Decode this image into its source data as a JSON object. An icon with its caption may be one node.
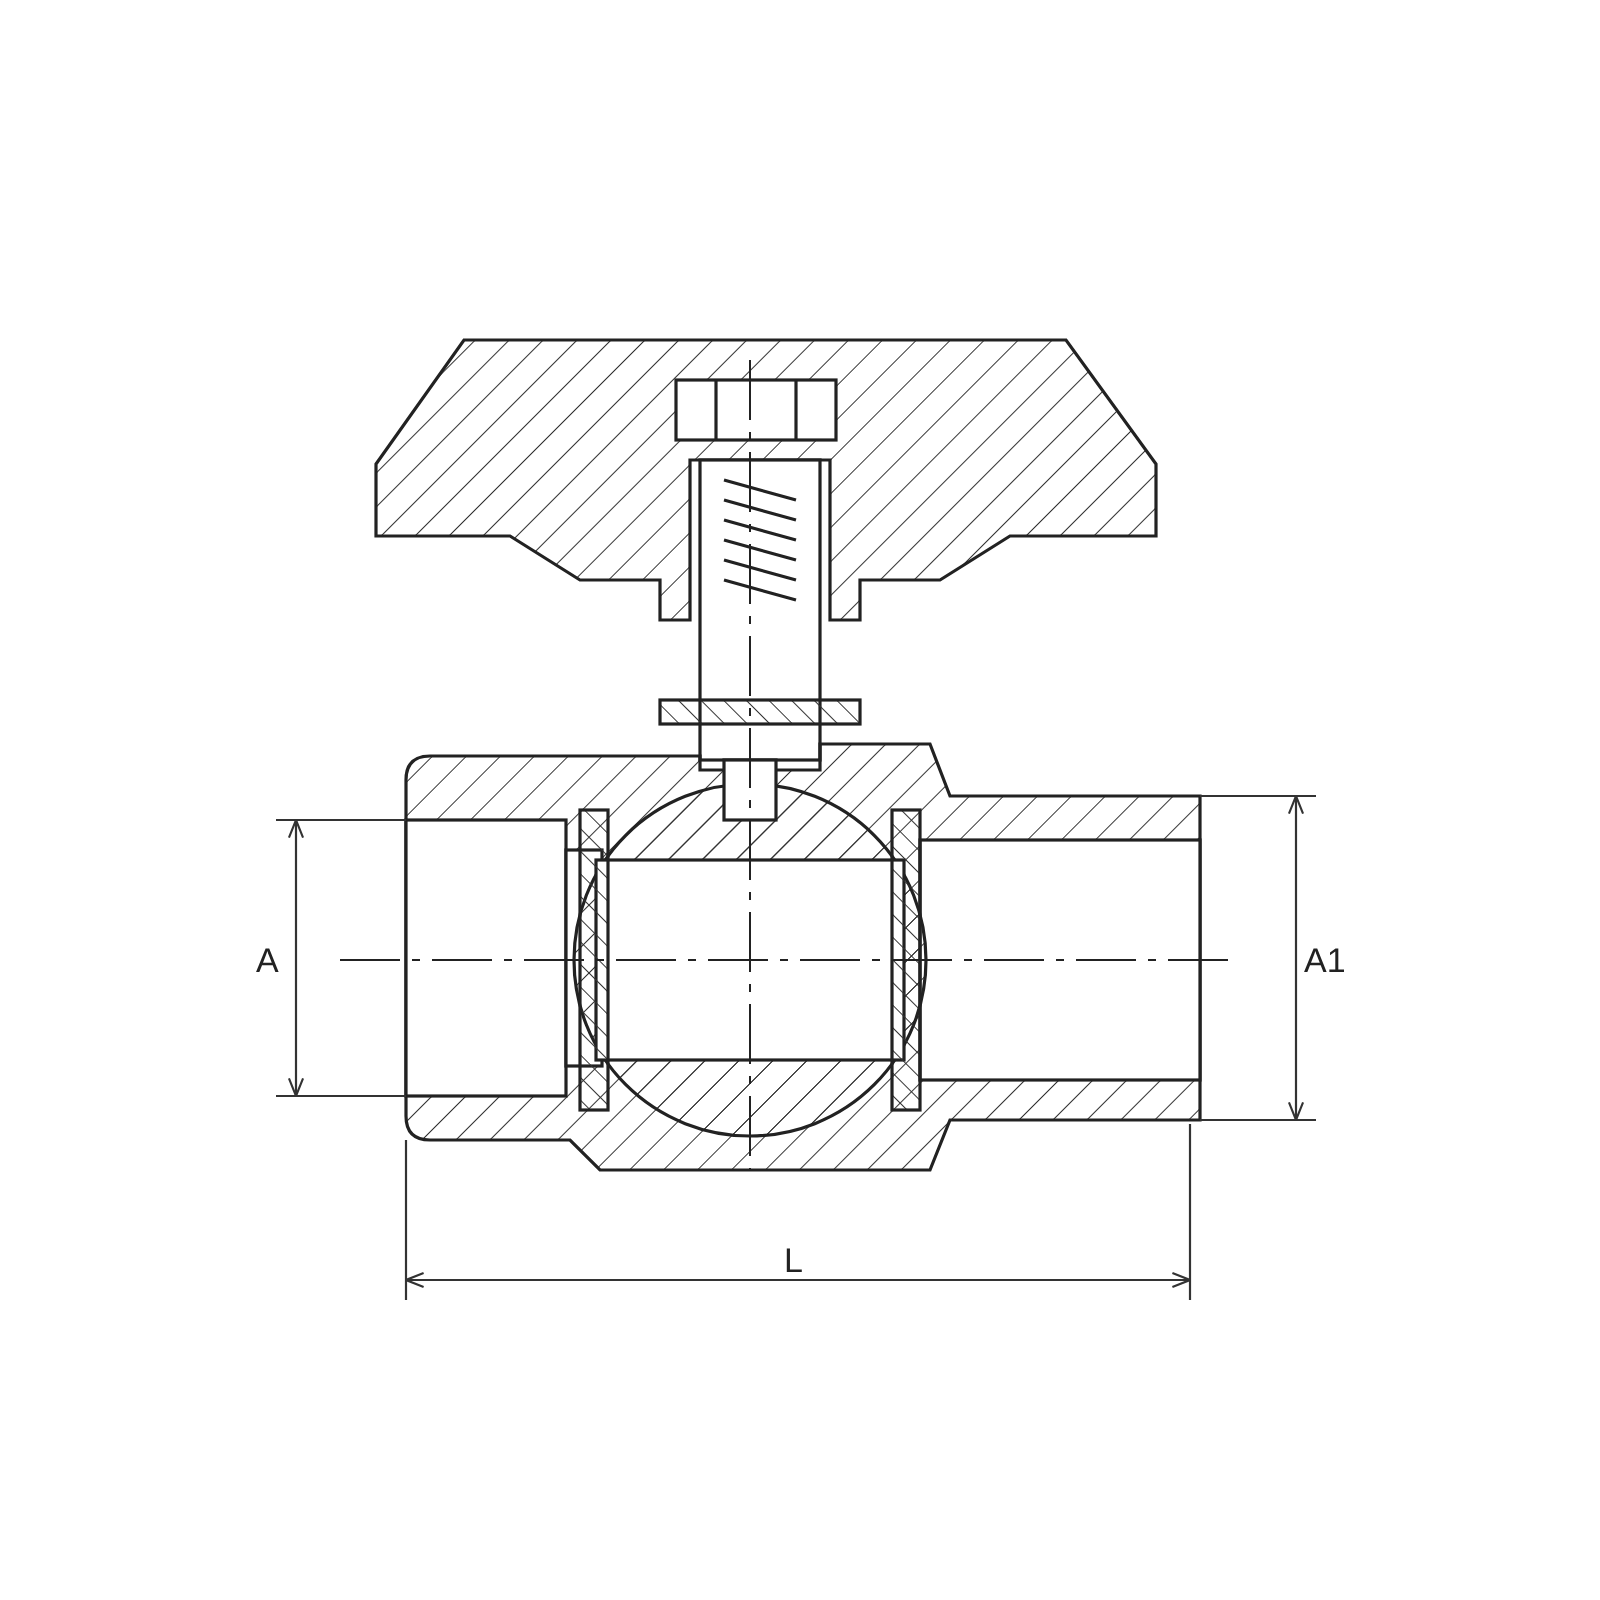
{
  "diagram": {
    "labels": [
      "A",
      "A1",
      "L"
    ]
  }
}
